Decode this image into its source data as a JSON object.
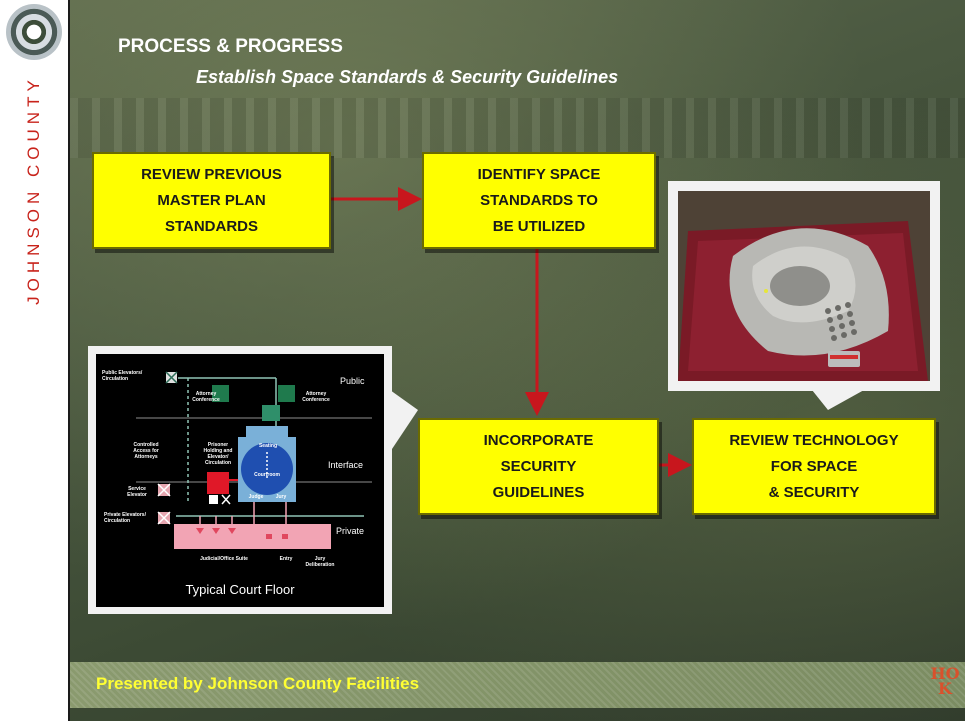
{
  "sidebar": {
    "county_text": "JOHNSON COUNTY",
    "seal_icon": "county-seal-icon"
  },
  "header": {
    "title": "PROCESS & PROGRESS",
    "subtitle": "Establish Space Standards & Security Guidelines"
  },
  "flow": {
    "box1": "REVIEW PREVIOUS\nMASTER PLAN\nSTANDARDS",
    "box2": "IDENTIFY SPACE\nSTANDARDS TO\nBE UTILIZED",
    "box3": "INCORPORATE\nSECURITY\nGUIDELINES",
    "box4": "REVIEW TECHNOLOGY\nFOR SPACE\n& SECURITY",
    "arrow_color": "#c8161d",
    "box_color": "#ffff00"
  },
  "court_diagram": {
    "caption": "Typical Court Floor",
    "zones": {
      "public": "Public",
      "interface": "Interface",
      "private": "Private"
    },
    "labels": {
      "public_elevators": "Public Elevators/ Circulation",
      "attorney_conf_left": "Attorney Conference",
      "attorney_conf_right": "Attorney Conference",
      "controlled_access": "Controlled Access for Attorneys",
      "prisoner_holding": "Prisoner Holding and Elevator/ Circulation",
      "seating": "Seating",
      "courtroom": "Courtroom",
      "judge": "Judge",
      "jury": "Jury",
      "service_elevator": "Service Elevator",
      "private_elevators": "Private Elevators/ Circulation",
      "judicial_suite": "Judicial/Office Suite",
      "entry": "Entry",
      "jury_deliberation": "Jury Deliberation"
    }
  },
  "photo": {
    "subject_icon": "conference-speakerphone-icon"
  },
  "footer": {
    "text": "Presented by Johnson County Facilities",
    "logo": "hok"
  }
}
